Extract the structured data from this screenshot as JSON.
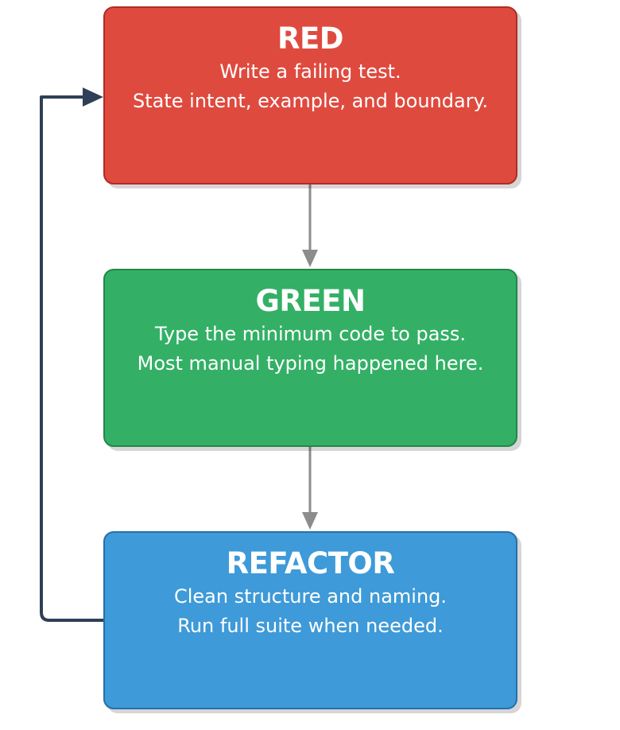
{
  "diagram": {
    "stages": [
      {
        "title": "RED",
        "lines": [
          "Write a failing test.",
          "State intent, example, and boundary."
        ]
      },
      {
        "title": "GREEN",
        "lines": [
          "Type the minimum code to pass.",
          "Most manual typing happened here."
        ]
      },
      {
        "title": "REFACTOR",
        "lines": [
          "Clean structure and naming.",
          "Run full suite when needed."
        ]
      }
    ]
  },
  "colors": {
    "red": "#df4a3f",
    "green": "#33b065",
    "blue": "#3e9ad8",
    "forward_arrow": "#8c8c8c",
    "loop_arrow": "#2f3f57"
  }
}
